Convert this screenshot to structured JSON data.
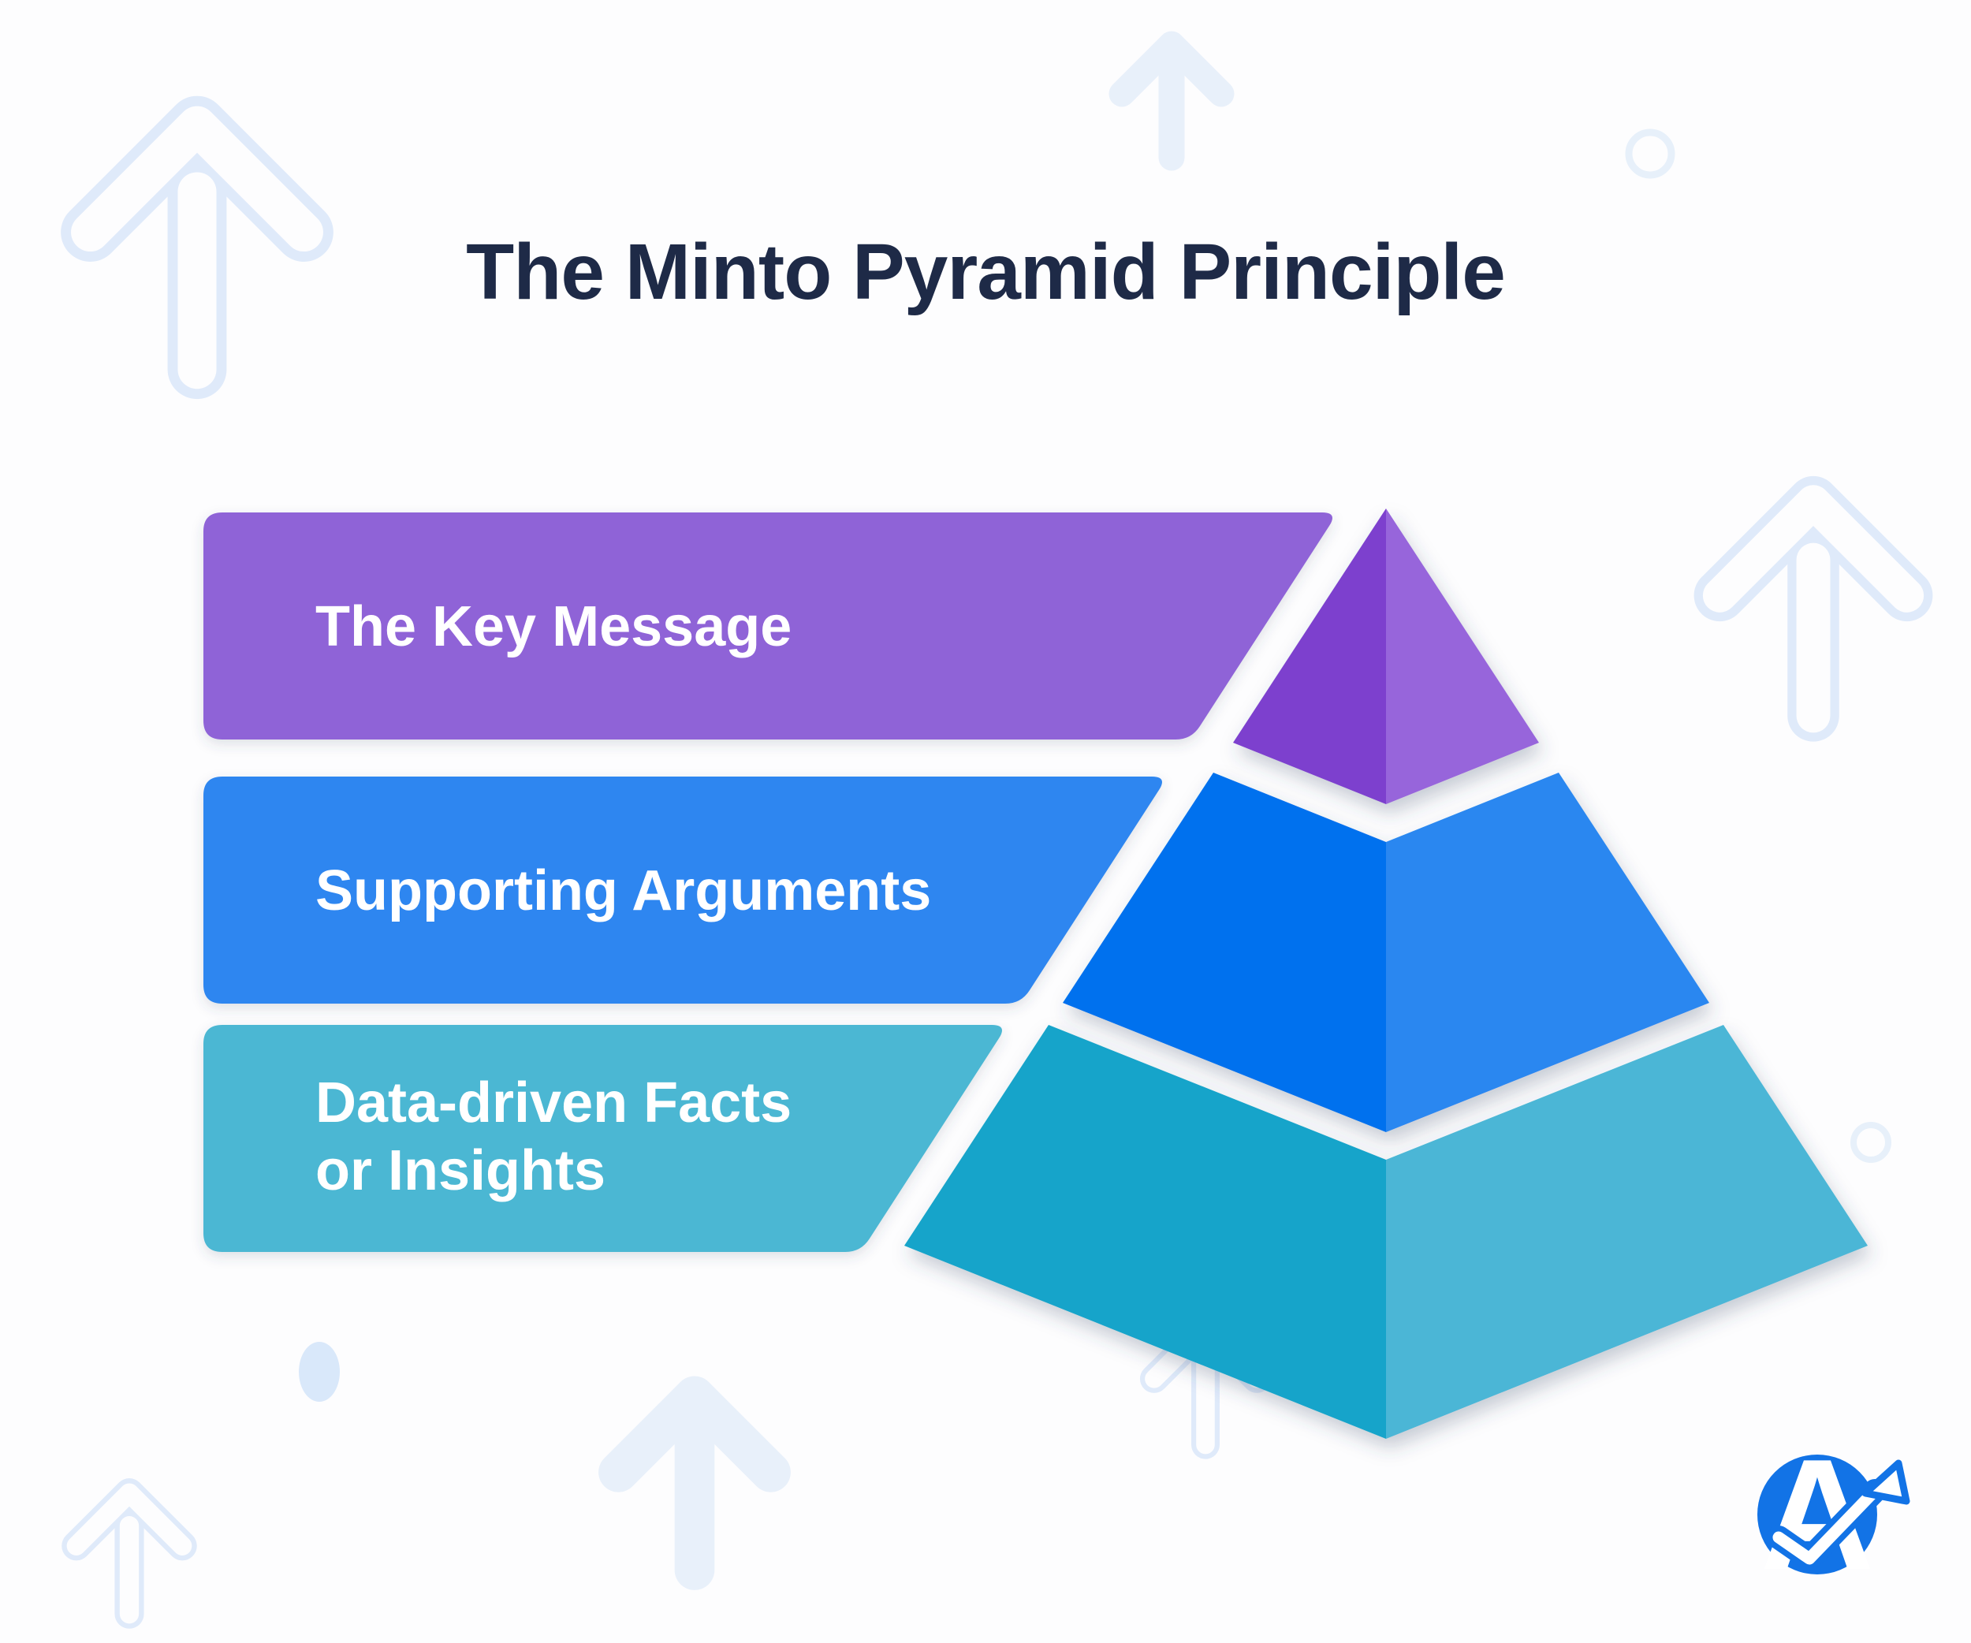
{
  "title": "The Minto Pyramid Principle",
  "levels": [
    {
      "label": "The Key Message",
      "bar_color": "#8f63d7",
      "pyramid_dark_face": "#7d40ce",
      "pyramid_light_face": "#9765db"
    },
    {
      "label": "Supporting Arguments",
      "bar_color": "#2e86f0",
      "pyramid_dark_face": "#0571ee",
      "pyramid_light_face": "#2c87f0"
    },
    {
      "label": "Data-driven Facts or Insights",
      "label_line1": "Data-driven Facts",
      "label_line2": "or Insights",
      "bar_color": "#4cb7d3",
      "pyramid_dark_face": "#19a4ca",
      "pyramid_light_face": "#4cb6d6"
    }
  ],
  "colors": {
    "background": "#fdfdfe",
    "title_text": "#1e2a47",
    "bar_label_text": "#ffffff",
    "decoration_outline": "#dfeafa",
    "decoration_fill": "#e8f0fa",
    "logo_blue": "#1273e6"
  },
  "decorations": {
    "up_arrow_outline_icons": 4,
    "up_arrow_filled_icons": 2,
    "circle_outline_icons": 2,
    "dot_icons": 1
  },
  "logo": {
    "letter": "A",
    "name": "analytics-brand-logo"
  }
}
